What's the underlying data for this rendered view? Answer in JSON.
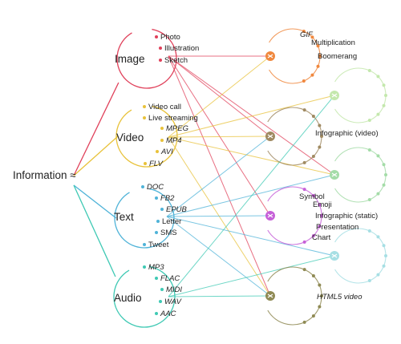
{
  "root": {
    "label": "Information ≈"
  },
  "colors": {
    "image": "#e0405a",
    "video": "#e8c23a",
    "text": "#4fb3d8",
    "audio": "#3fc9b4",
    "gif_hub": "#f0883e",
    "video_hub": "#a08a62",
    "blank_hub_1": "#c4e8ad",
    "blank_hub_2": "#a4dca8",
    "symbol_hub": "#c660d8",
    "blank_hub_3": "#a7dfe4",
    "html5_hub": "#8f8a54"
  },
  "categories": [
    {
      "id": "image",
      "label": "Image",
      "items": [
        {
          "text": "Photo",
          "italic": false
        },
        {
          "text": "Illustration",
          "italic": false
        },
        {
          "text": "Sketch",
          "italic": false
        }
      ]
    },
    {
      "id": "video",
      "label": "Video",
      "items": [
        {
          "text": "Video call",
          "italic": false
        },
        {
          "text": "Live streaming",
          "italic": false
        },
        {
          "text": "MPEG",
          "italic": true
        },
        {
          "text": "MP4",
          "italic": true
        },
        {
          "text": "AVI",
          "italic": true
        },
        {
          "text": "FLV",
          "italic": true
        }
      ]
    },
    {
      "id": "text",
      "label": "Text",
      "items": [
        {
          "text": "DOC",
          "italic": true
        },
        {
          "text": "FB2",
          "italic": true
        },
        {
          "text": "EPUB",
          "italic": true
        },
        {
          "text": "Letter",
          "italic": false
        },
        {
          "text": "SMS",
          "italic": false
        },
        {
          "text": "Tweet",
          "italic": false
        }
      ]
    },
    {
      "id": "audio",
      "label": "Audio",
      "items": [
        {
          "text": "MP3",
          "italic": true
        },
        {
          "text": "FLAC",
          "italic": true
        },
        {
          "text": "MIDI",
          "italic": true
        },
        {
          "text": "WAV",
          "italic": true
        },
        {
          "text": "AAC",
          "italic": true
        }
      ]
    }
  ],
  "hubs": [
    {
      "id": "gif_hub",
      "items": [
        {
          "text": "GIF",
          "italic": true
        },
        {
          "text": "Multiplication",
          "italic": false
        },
        {
          "text": "Boomerang",
          "italic": false
        }
      ]
    },
    {
      "id": "blank_hub_1",
      "items": []
    },
    {
      "id": "video_hub",
      "items": [
        {
          "text": "Infographic (video)",
          "italic": false
        }
      ]
    },
    {
      "id": "blank_hub_2",
      "items": []
    },
    {
      "id": "symbol_hub",
      "items": [
        {
          "text": "Symbol",
          "italic": false
        },
        {
          "text": "Emoji",
          "italic": false
        },
        {
          "text": "Infographic (static)",
          "italic": false
        },
        {
          "text": "Presentation",
          "italic": false
        },
        {
          "text": "Chart",
          "italic": false
        }
      ]
    },
    {
      "id": "blank_hub_3",
      "items": []
    },
    {
      "id": "html5_hub",
      "items": [
        {
          "text": "HTML5 video",
          "italic": true
        }
      ]
    }
  ],
  "connections": [
    {
      "from": "image",
      "to": "gif_hub"
    },
    {
      "from": "image",
      "to": "video_hub"
    },
    {
      "from": "image",
      "to": "symbol_hub"
    },
    {
      "from": "image",
      "to": "html5_hub"
    },
    {
      "from": "image",
      "to": "blank_hub_2"
    },
    {
      "from": "video",
      "to": "gif_hub"
    },
    {
      "from": "video",
      "to": "video_hub"
    },
    {
      "from": "video",
      "to": "blank_hub_1"
    },
    {
      "from": "video",
      "to": "blank_hub_2"
    },
    {
      "from": "video",
      "to": "html5_hub"
    },
    {
      "from": "text",
      "to": "video_hub"
    },
    {
      "from": "text",
      "to": "blank_hub_2"
    },
    {
      "from": "text",
      "to": "symbol_hub"
    },
    {
      "from": "text",
      "to": "blank_hub_3"
    },
    {
      "from": "text",
      "to": "html5_hub"
    },
    {
      "from": "audio",
      "to": "blank_hub_1"
    },
    {
      "from": "audio",
      "to": "blank_hub_3"
    },
    {
      "from": "audio",
      "to": "html5_hub"
    }
  ]
}
